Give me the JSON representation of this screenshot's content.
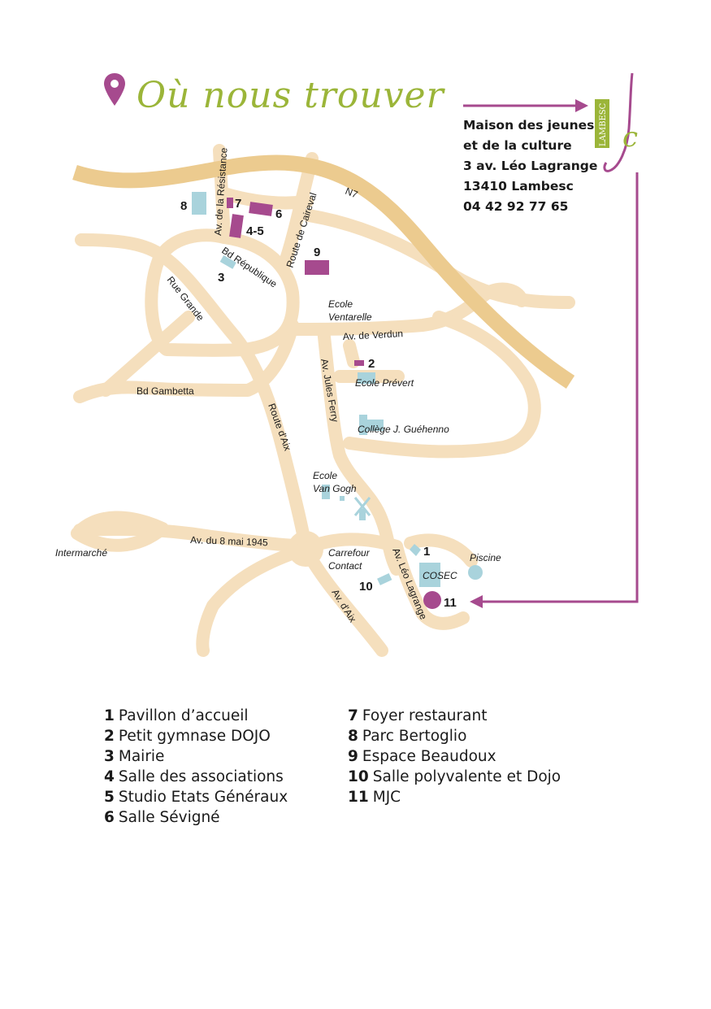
{
  "header": {
    "title": "Où nous trouver",
    "icon": "map-pin-icon"
  },
  "logo": {
    "vertical_text": "LAMBESC",
    "letters": "jc",
    "colors": {
      "green": "#9bb539",
      "purple": "#a64a8e"
    }
  },
  "address": {
    "line1": "Maison des jeunes",
    "line2": "et de la culture",
    "line3": "3 av. Léo Lagrange",
    "line4": "13410 Lambesc",
    "phone": "04 42 92 77 65"
  },
  "colors": {
    "road": "#f5dfbd",
    "highway": "#eccb8f",
    "venue": "#a64a8e",
    "other_building": "#a9d3dc",
    "title_green": "#9bb539",
    "arrow": "#a64a8e"
  },
  "map": {
    "road_labels": {
      "n7": "N7",
      "av_resistance": "Av. de la Résistance",
      "route_caireval": "Route de Caireval",
      "bd_republique": "Bd République",
      "rue_grande": "Rue Grande",
      "bd_gambetta": "Bd Gambetta",
      "route_aix": "Route d'Aix",
      "av_verdun": "Av. de Verdun",
      "av_jules_ferry": "Av. Jules Ferry",
      "av_8_mai": "Av. du 8 mai 1945",
      "av_aix": "Av. d'Aix",
      "av_leo_lagrange": "Av. Léo Lagrange"
    },
    "place_labels": {
      "ecole_ventarelle_1": "Ecole",
      "ecole_ventarelle_2": "Ventarelle",
      "ecole_prevert": "Ecole Prévert",
      "college": "Collège J. Guéhenno",
      "ecole_van_gogh_1": "Ecole",
      "ecole_van_gogh_2": "Van Gogh",
      "intermarche": "Intermarché",
      "carrefour_1": "Carrefour",
      "carrefour_2": "Contact",
      "piscine": "Piscine",
      "cosec": "COSEC"
    },
    "markers": {
      "m1": "1",
      "m2": "2",
      "m3": "3",
      "m45": "4-5",
      "m6": "6",
      "m7": "7",
      "m8": "8",
      "m9": "9",
      "m10": "10",
      "m11": "11"
    }
  },
  "legend": {
    "left": [
      {
        "num": "1",
        "label": "Pavillon d’accueil"
      },
      {
        "num": "2",
        "label": "Petit gymnase DOJO"
      },
      {
        "num": "3",
        "label": "Mairie"
      },
      {
        "num": "4",
        "label": "Salle des associations"
      },
      {
        "num": "5",
        "label": "Studio Etats Généraux"
      },
      {
        "num": "6",
        "label": "Salle Sévigné"
      }
    ],
    "right": [
      {
        "num": "7",
        "label": "Foyer restaurant"
      },
      {
        "num": "8",
        "label": "Parc Bertoglio"
      },
      {
        "num": "9",
        "label": "Espace Beaudoux"
      },
      {
        "num": "10",
        "label": "Salle polyvalente et Dojo"
      },
      {
        "num": "11",
        "label": "MJC"
      }
    ]
  }
}
